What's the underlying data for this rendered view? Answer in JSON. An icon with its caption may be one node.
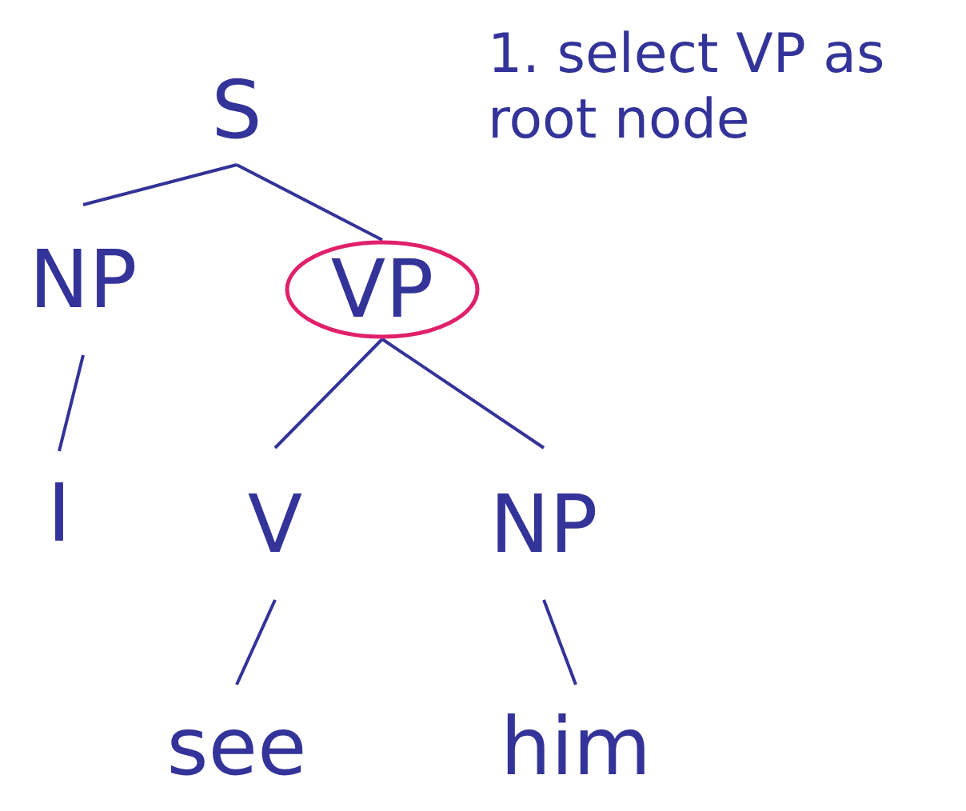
{
  "diagram": {
    "nodes": [
      {
        "text": [
          "S"
        ]
      },
      {
        "text": [
          "NP"
        ]
      },
      {
        "text": [
          "VP"
        ]
      },
      {
        "text": [
          "I"
        ]
      },
      {
        "text": [
          "V"
        ]
      },
      {
        "text": [
          "NP"
        ]
      },
      {
        "text": [
          "see"
        ]
      },
      {
        "text": [
          "him"
        ]
      }
    ],
    "edges": [
      {
        "from": 0,
        "to": 1,
        "arrow": "none"
      },
      {
        "from": 0,
        "to": 2,
        "arrow": "none"
      },
      {
        "from": 1,
        "to": 3,
        "arrow": "none"
      },
      {
        "from": 2,
        "to": 4,
        "arrow": "none"
      },
      {
        "from": 2,
        "to": 5,
        "arrow": "none"
      },
      {
        "from": 4,
        "to": 6,
        "arrow": "none"
      },
      {
        "from": 5,
        "to": 7,
        "arrow": "none"
      }
    ],
    "labels": [
      "1. select VP as root node"
    ]
  }
}
